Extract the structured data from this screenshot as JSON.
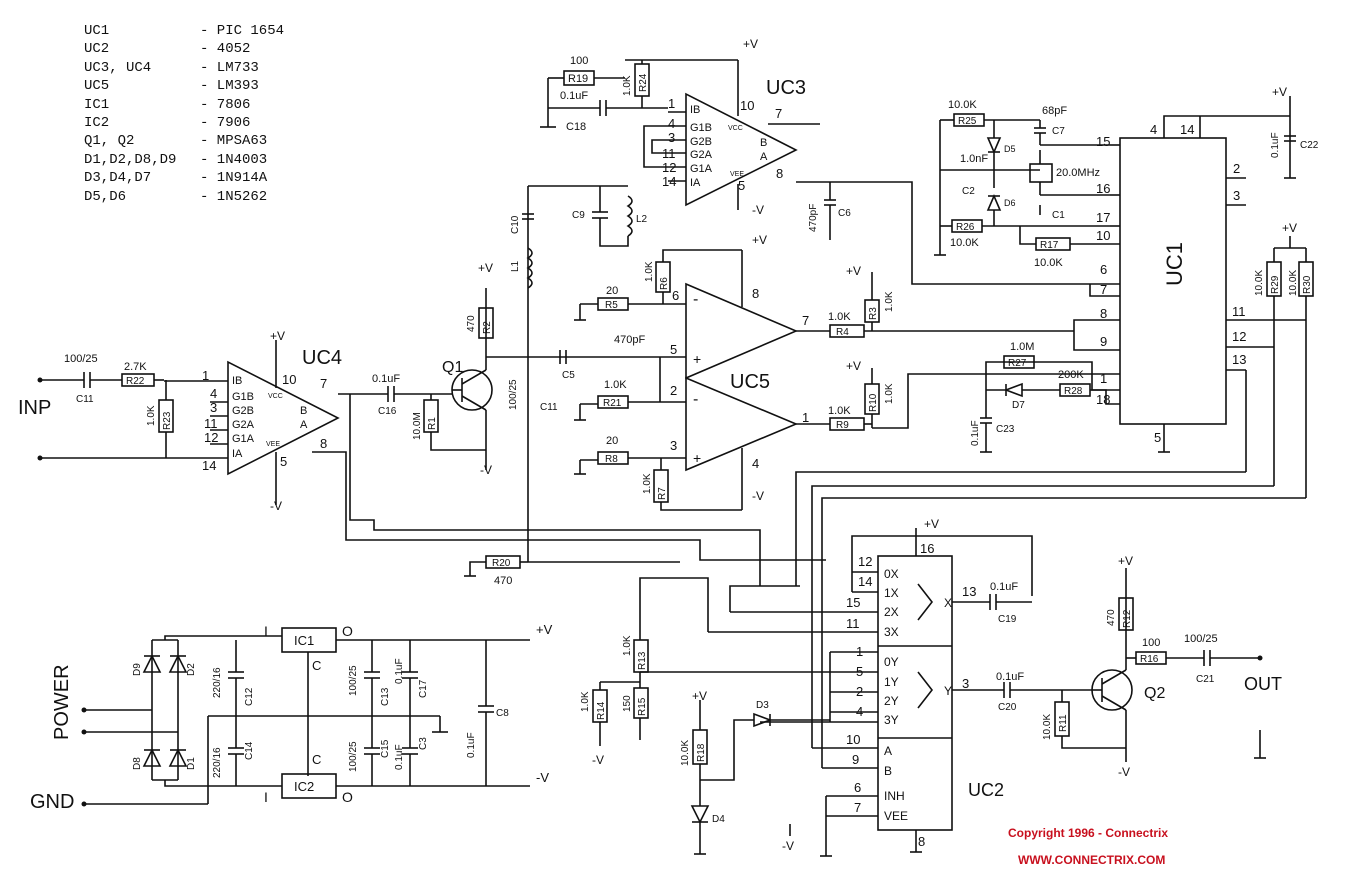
{
  "parts_list": [
    {
      "ref": "UC1",
      "value": "- PIC 1654"
    },
    {
      "ref": "UC2",
      "value": "- 4052"
    },
    {
      "ref": "UC3, UC4",
      "value": "- LM733"
    },
    {
      "ref": "UC5",
      "value": "- LM393"
    },
    {
      "ref": "IC1",
      "value": "- 7806"
    },
    {
      "ref": "IC2",
      "value": "- 7906"
    },
    {
      "ref": "Q1, Q2",
      "value": "- MPSA63"
    },
    {
      "ref": "D1,D2,D8,D9",
      "value": "- 1N4003"
    },
    {
      "ref": "D3,D4,D7",
      "value": "- 1N914A"
    },
    {
      "ref": "D5,D6",
      "value": "- 1N5262"
    }
  ],
  "chips": {
    "uc1": "UC1",
    "uc2": "UC2",
    "uc3": "UC3",
    "uc4": "UC4",
    "uc5": "UC5",
    "ic1": "IC1",
    "ic2": "IC2",
    "q1": "Q1",
    "q2": "Q2"
  },
  "rails": {
    "pos": "+V",
    "neg": "-V"
  },
  "terminals": {
    "inp": "INP",
    "out": "OUT",
    "power": "POWER",
    "gnd": "GND"
  },
  "amp_pins": {
    "uc3": [
      "IB",
      "G1B",
      "G2B",
      "G2A",
      "G1A",
      "IA",
      "B",
      "A",
      "VCC",
      "VEE"
    ],
    "uc4": [
      "IB",
      "G1B",
      "G2B",
      "G2A",
      "G1A",
      "IA",
      "B",
      "A",
      "VCC",
      "VEE"
    ]
  },
  "uc2_pins": {
    "x_inputs": [
      "0X",
      "1X",
      "2X",
      "3X"
    ],
    "y_inputs": [
      "0Y",
      "1Y",
      "2Y",
      "3Y"
    ],
    "controls": [
      "A",
      "B",
      "INH",
      "VEE"
    ],
    "x_label": "X",
    "y_label": "Y"
  },
  "regulator_pins": {
    "in": "I",
    "out": "O",
    "common": "C"
  },
  "components": {
    "r19": "R19",
    "r19_val": "100",
    "r24": "R24",
    "r24_val": "1.0K",
    "c18": "C18",
    "c18_val": "0.1uF",
    "r25": "R25",
    "r25_val": "10.0K",
    "c7": "C7",
    "c7_val": "68pF",
    "d5": "D5",
    "c2": "C2",
    "c2_val": "1.0nF",
    "xtal_val": "20.0MHz",
    "d6": "D6",
    "c1": "C1",
    "r26": "R26",
    "r26_val": "10.0K",
    "r17": "R17",
    "r17_val": "10.0K",
    "c22": "C22",
    "c22_val": "0.1uF",
    "c10": "C10",
    "c9": "C9",
    "l2": "L2",
    "l1": "L1",
    "c6": "C6",
    "c6_val": "470pF",
    "r5": "R5",
    "r5_val": "20",
    "r6": "R6",
    "r6_val": "1.0K",
    "r3": "R3",
    "r3_val": "1.0K",
    "r4": "R4",
    "r4_val": "1.0K",
    "c470": "470pF",
    "r29": "R29",
    "r29_val": "10.0K",
    "r30": "R30",
    "r30_val": "10.0K",
    "r2": "R2",
    "r2_val": "470",
    "c5": "C5",
    "r21": "R21",
    "r21_val": "1.0K",
    "c11_val": "100/25",
    "c11b": "C11",
    "r8": "R8",
    "r8_val": "20",
    "r7": "R7",
    "r7_val": "1.0K",
    "r9": "R9",
    "r9_val": "1.0K",
    "r10": "R10",
    "r10_val": "1.0K",
    "r27": "R27",
    "r27_val": "1.0M",
    "r28": "R28",
    "r28_val": "200K",
    "d7": "D7",
    "c23": "C23",
    "c23_val": "0.1uF",
    "c11": "C11",
    "r22": "R22",
    "r22_val": "2.7K",
    "r23": "R23",
    "r23_val": "1.0K",
    "c16": "C16",
    "c16_val": "0.1uF",
    "r1": "R1",
    "r1_val": "10.0M",
    "r20": "R20",
    "r20_val": "470",
    "c19": "C19",
    "c19_val": "0.1uF",
    "c20": "C20",
    "c20_val": "0.1uF",
    "r12": "R12",
    "r12_val": "470",
    "r16": "R16",
    "r16_val": "100",
    "c21": "C21",
    "c21_val": "100/25",
    "r11": "R11",
    "r11_val": "10.0K",
    "r13": "R13",
    "r13_val": "1.0K",
    "r14": "R14",
    "r14_val": "1.0K",
    "r15": "R15",
    "r15_val": "150",
    "r18": "R18",
    "r18_val": "10.0K",
    "d3": "D3",
    "d4": "D4",
    "d9": "D9",
    "d2": "D2",
    "d8": "D8",
    "d1": "D1",
    "c12": "C12",
    "c12_val": "220/16",
    "c14": "C14",
    "c14_val": "220/16",
    "c13": "C13",
    "c13_val": "100/25",
    "c15": "C15",
    "c15_val": "100/25",
    "c17": "C17",
    "c17_val": "0.1uF",
    "c3": "C3",
    "c3_val": "0.1uF",
    "c8": "C8",
    "c8_val": "0.1uF"
  },
  "pin_numbers": {
    "uc3": [
      "1",
      "4",
      "3",
      "11",
      "12",
      "14",
      "10",
      "7",
      "8",
      "5"
    ],
    "uc4": [
      "1",
      "4",
      "3",
      "11",
      "12",
      "14",
      "10",
      "7",
      "8",
      "5"
    ],
    "uc5": [
      "6",
      "5",
      "2",
      "3",
      "8",
      "7",
      "1",
      "4"
    ],
    "uc1": [
      "4",
      "14",
      "15",
      "2",
      "16",
      "3",
      "17",
      "10",
      "6",
      "7",
      "8",
      "9",
      "11",
      "12",
      "13",
      "1",
      "18",
      "5"
    ],
    "uc2": [
      "12",
      "14",
      "15",
      "11",
      "16",
      "13",
      "1",
      "5",
      "2",
      "4",
      "3",
      "10",
      "9",
      "6",
      "7",
      "8"
    ]
  },
  "footer": {
    "copyright": "Copyright 1996 - Connectrix",
    "website": "WWW.CONNECTRIX.COM"
  }
}
